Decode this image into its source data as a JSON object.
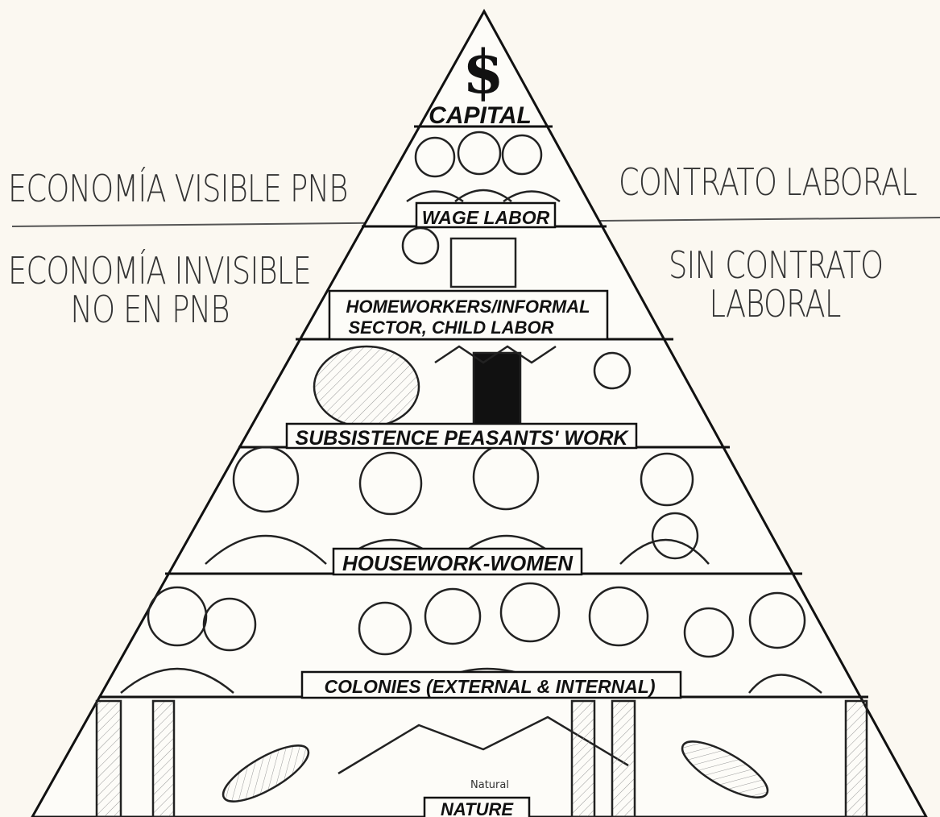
{
  "left_labels": {
    "visible": "ECONOMÍA VISIBLE PNB",
    "invisible_line1": "ECONOMÍA INVISIBLE",
    "invisible_line2": "NO EN PNB"
  },
  "right_labels": {
    "contract": "CONTRATO LABORAL",
    "no_contract_line1": "SIN CONTRATO",
    "no_contract_line2": "LABORAL"
  },
  "pyramid": {
    "symbol": "$",
    "tiers": [
      {
        "label": "CAPITAL"
      },
      {
        "label": "WAGE LABOR"
      },
      {
        "label_line1": "HOMEWORKERS/INFORMAL",
        "label_line2": "SECTOR, CHILD LABOR"
      },
      {
        "label": "SUBSISTENCE PEASANTS' WORK"
      },
      {
        "label": "HOUSEWORK-WOMEN"
      },
      {
        "label": "COLONIES (EXTERNAL & INTERNAL)"
      },
      {
        "label": "NATURE"
      }
    ],
    "small_text": "Natural"
  }
}
